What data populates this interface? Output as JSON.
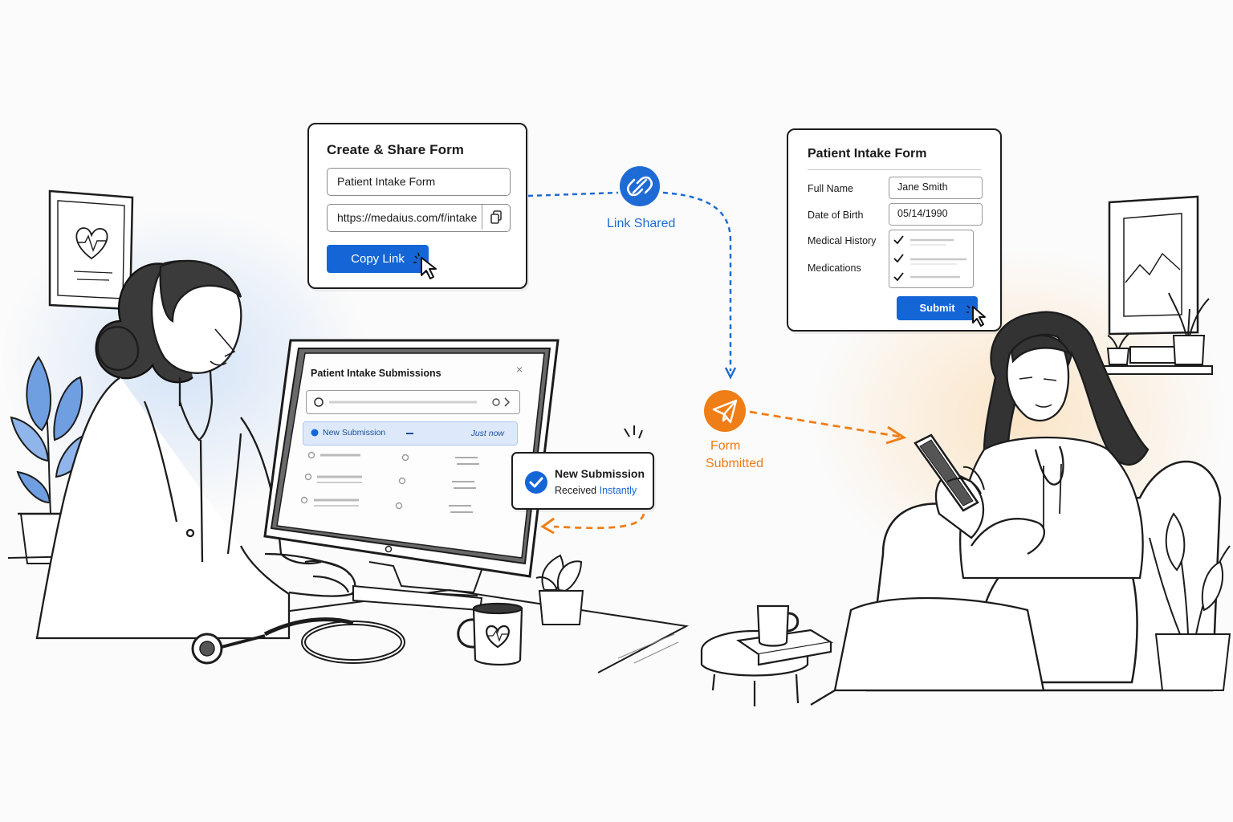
{
  "share_card": {
    "title": "Create & Share Form",
    "form_name": "Patient Intake Form",
    "url": "https://medaius.com/f/intake",
    "copy_button": "Copy Link"
  },
  "link_shared": {
    "label": "Link Shared"
  },
  "form_submitted": {
    "line1": "Form",
    "line2": "Submitted"
  },
  "intake_form": {
    "title": "Patient Intake Form",
    "fields": [
      {
        "label": "Full Name",
        "value": "Jane Smith"
      },
      {
        "label": "Date of Birth",
        "value": "05/14/1990"
      }
    ],
    "medical_history_label": "Medical History",
    "medications_label": "Medications",
    "submit_button": "Submit"
  },
  "dashboard": {
    "title": "Patient Intake Submissions",
    "close_glyph": "×",
    "new_submission": {
      "label": "New Submission",
      "time": "Just now"
    }
  },
  "notification": {
    "title": "New Submission",
    "line_prefix": "Received",
    "line_highlight": "Instantly"
  },
  "colors": {
    "blue": "#1466d6",
    "orange": "#f07e16",
    "ink": "#1c1c1c"
  },
  "icons": [
    "heart-icon",
    "link-icon",
    "paper-plane-icon",
    "copy-icon",
    "cursor-icon",
    "checkmark-icon",
    "mountain-picture-icon"
  ]
}
